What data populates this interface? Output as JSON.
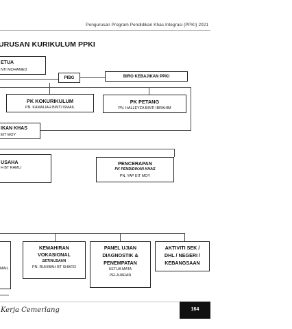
{
  "header": {
    "text": "Pengurusan Program Pendidikan Khas Integrasi (PPKI) 2021"
  },
  "title": "URUSAN KURIKULUM PPKI",
  "chart": {
    "ketua": {
      "title": "ETUA",
      "name": "NTI MOHAMED"
    },
    "pibg": {
      "title": "PIBG"
    },
    "biro": {
      "title": "BIRO KEBAJIKAN PPKI"
    },
    "kokurikulum": {
      "title": "PK KOKURIKULUM",
      "name": "PN. KAMALIAH BINTI ISMAIL"
    },
    "petang": {
      "title": "PK PETANG",
      "name": "PN. HALLEYZA BINTI IBRAHIM"
    },
    "pk_khas": {
      "title": "IKAN KHAS",
      "name": "EIT MOY"
    },
    "setiausaha": {
      "title": "USAHA",
      "name": "H BT RAMLI"
    },
    "pencerapan": {
      "title": "PENCERAPAN",
      "role": "PK PENDIDIKAN KHAS",
      "name": "PN. YAP EIT MOY"
    },
    "left_partial": {
      "name": "MAIL"
    },
    "kemahiran": {
      "title_1": "KEMAHIRAN",
      "title_2": "VOKASIONAL",
      "role": "SETIAUSAHA",
      "name": "PN. RUHIBAH BT SHAFEI"
    },
    "panel": {
      "title_1": "PANEL UJIAN",
      "title_2": "DIAGNOSTIK &",
      "title_3": "PENEMPATAN",
      "role_1": "KETUA MATA",
      "role_2": "PELAJARAN"
    },
    "aktiviti": {
      "title_1": "AKTIVITI SEK /",
      "title_2": "DHL / NEGERI /",
      "title_3": "KEBANGSAAN"
    }
  },
  "footer": {
    "script": "Kerja Cemerlang",
    "page_number": "164"
  }
}
